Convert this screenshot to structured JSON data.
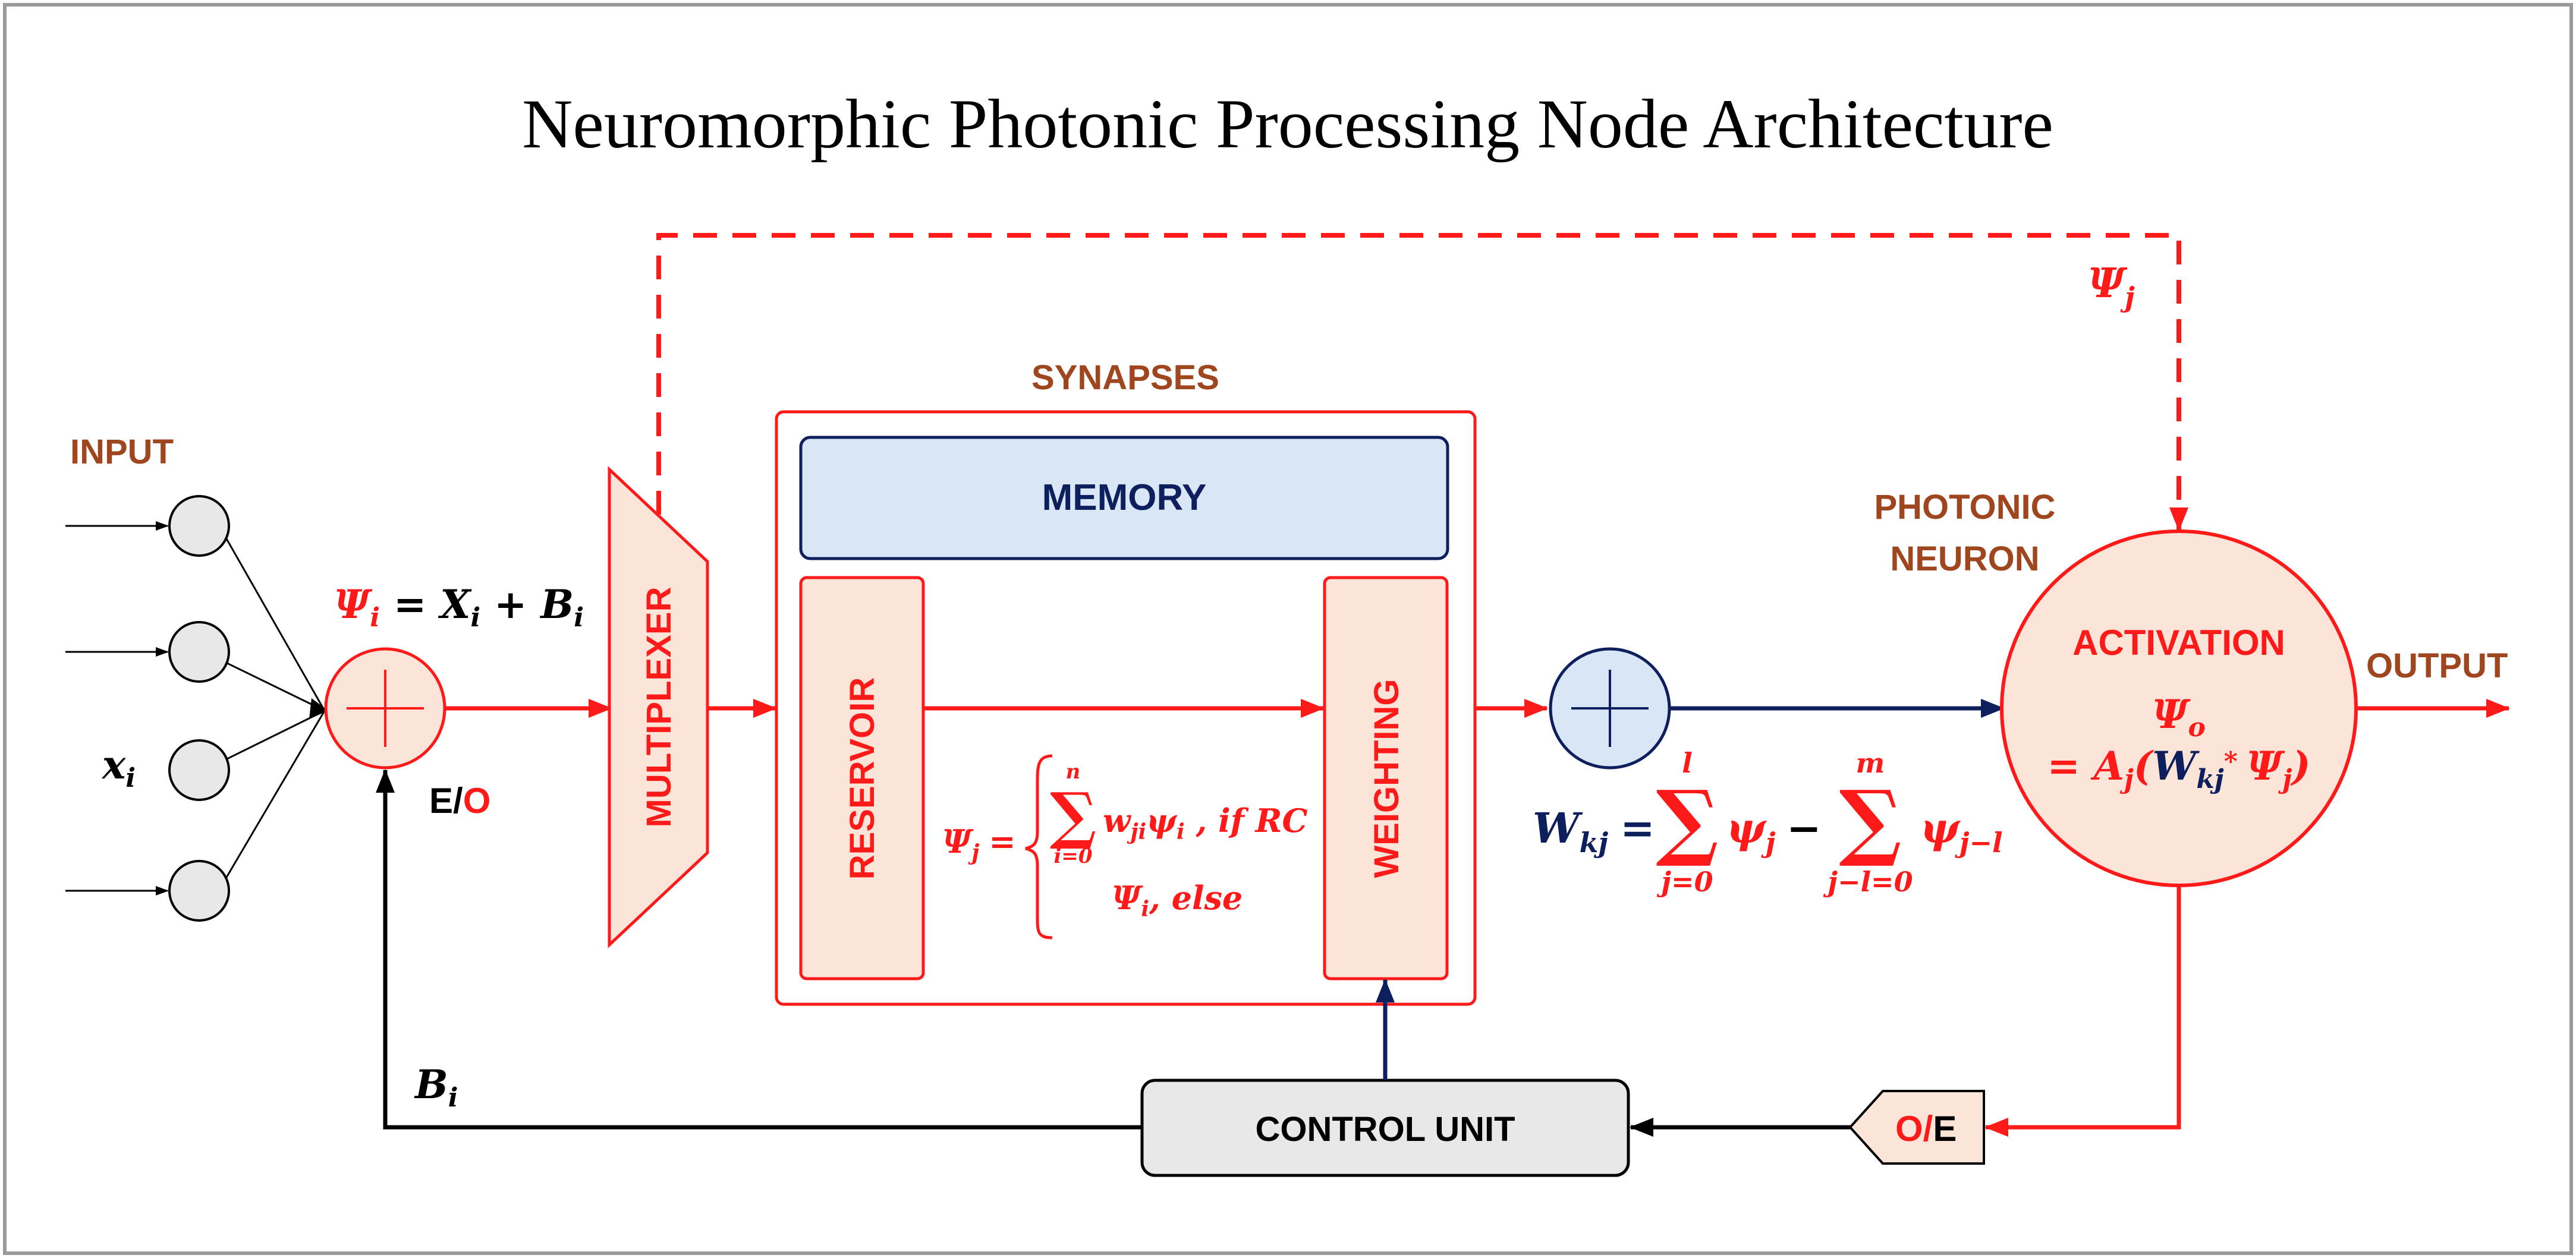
{
  "title": "Neuromorphic Photonic Processing Node Architecture",
  "labels": {
    "input": "INPUT",
    "synapses": "SYNAPSES",
    "memory": "MEMORY",
    "multiplexer": "MULTIPLEXER",
    "reservoir": "RESERVOIR",
    "weighting": "WEIGHTING",
    "photonic_neuron_line1": "PHOTONIC",
    "photonic_neuron_line2": "NEURON",
    "activation": "ACTIVATION",
    "output": "OUTPUT",
    "control_unit": "CONTROL UNIT",
    "eo_e": "E/",
    "eo_o": "O",
    "oe_o": "O/",
    "oe_e": "E"
  },
  "math": {
    "xi_x": "x",
    "xi_sub": "i",
    "psi_i_sum": {
      "psi": "Ψ",
      "sub": "i",
      "eq": " = X",
      "sub2": "i",
      "plus": " + B",
      "sub3": "i"
    },
    "psi_j_top": {
      "psi": "Ψ",
      "sub": "j"
    },
    "bi": {
      "b": "B",
      "sub": "i"
    },
    "reservoir_eq": {
      "lhs": "Ψ",
      "lhs_sub": "j",
      "eq": "=",
      "sum_top": "n",
      "sum_sym": "∑",
      "sum_bottom": "i=0",
      "case1": "w",
      "case1_sub": "ji",
      "case1_psi": "ψ",
      "case1_psi_sub": "i",
      "case1_cond": " , if RC",
      "case2": "Ψ",
      "case2_sub": "i",
      "case2_cond": ", else"
    },
    "wkj_eq": {
      "w": "W",
      "w_sub": "kj",
      "eq": "=",
      "sum1_top": "l",
      "sum1_bottom": "j=0",
      "sum_sym": "∑",
      "psi1": "ψ",
      "psi1_sub": "j",
      "minus": "−",
      "sum2_top": "m",
      "sum2_bottom": "j−l=0",
      "psi2": "ψ",
      "psi2_sub": "j−l"
    },
    "activation_eq": {
      "psi_o": "Ψ",
      "psi_o_sub": "o",
      "line2_prefix": "= A",
      "a_sub": "j",
      "open": "(",
      "w": "W",
      "w_sub": "kj",
      "star": "* ",
      "psi": "Ψ",
      "psi_sub": "j",
      "close": ")"
    }
  },
  "colors": {
    "red": "#ff1a1a",
    "brown": "#a0461e",
    "navy": "#0d1f5c",
    "light_red_fill": "#fde4d8",
    "memory_fill": "#d9e6f5",
    "gray_fill": "#e8e8e8",
    "black": "#000000"
  }
}
